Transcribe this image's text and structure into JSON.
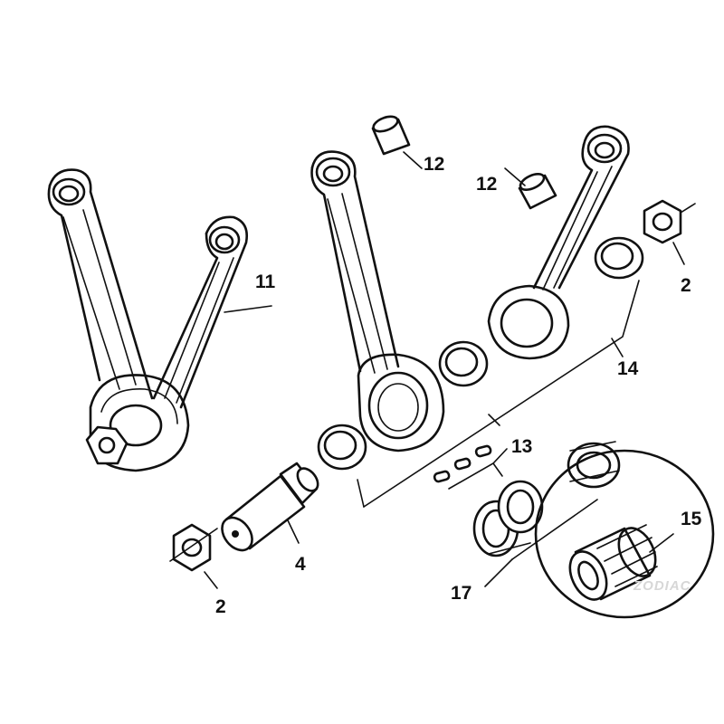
{
  "callouts": {
    "c11": "11",
    "c12a": "12",
    "c12b": "12",
    "c2a": "2",
    "c14": "14",
    "c13": "13",
    "c15": "15",
    "c4": "4",
    "c2b": "2",
    "c17": "17"
  },
  "watermark": "ZODIAC",
  "colors": {
    "ink": "#111111",
    "background": "#ffffff",
    "watermark": "#d7d7d7"
  }
}
